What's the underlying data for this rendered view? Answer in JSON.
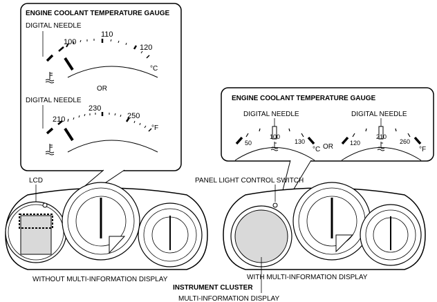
{
  "top_gauge": {
    "title": "ENGINE COOLANT TEMPERATURE GAUGE",
    "digital_needle_label": "DIGITAL NEEDLE",
    "or_label": "OR",
    "celsius": {
      "ticks": [
        "100",
        "110",
        "120"
      ],
      "unit": "°C"
    },
    "fahrenheit": {
      "ticks": [
        "210",
        "230",
        "250"
      ],
      "unit": "°F"
    }
  },
  "right_gauge": {
    "title": "ENGINE COOLANT TEMPERATURE GAUGE",
    "left": {
      "needle_label": "DIGITAL NEEDLE",
      "ticks": [
        "50",
        "100",
        "130"
      ],
      "unit": "°C"
    },
    "or_label": "OR",
    "right": {
      "needle_label": "DIGITAL NEEDLE",
      "ticks": [
        "120",
        "210",
        "260"
      ],
      "unit": "°F"
    }
  },
  "labels": {
    "lcd": "LCD",
    "panel_light_switch": "PANEL LIGHT CONTROL SWITCH",
    "without_mid": "WITHOUT MULTI-INFORMATION DISPLAY",
    "with_mid": "WITH MULTI-INFORMATION DISPLAY",
    "instrument_cluster": "INSTRUMENT CLUSTER",
    "mid": "MULTI-INFORMATION DISPLAY"
  }
}
